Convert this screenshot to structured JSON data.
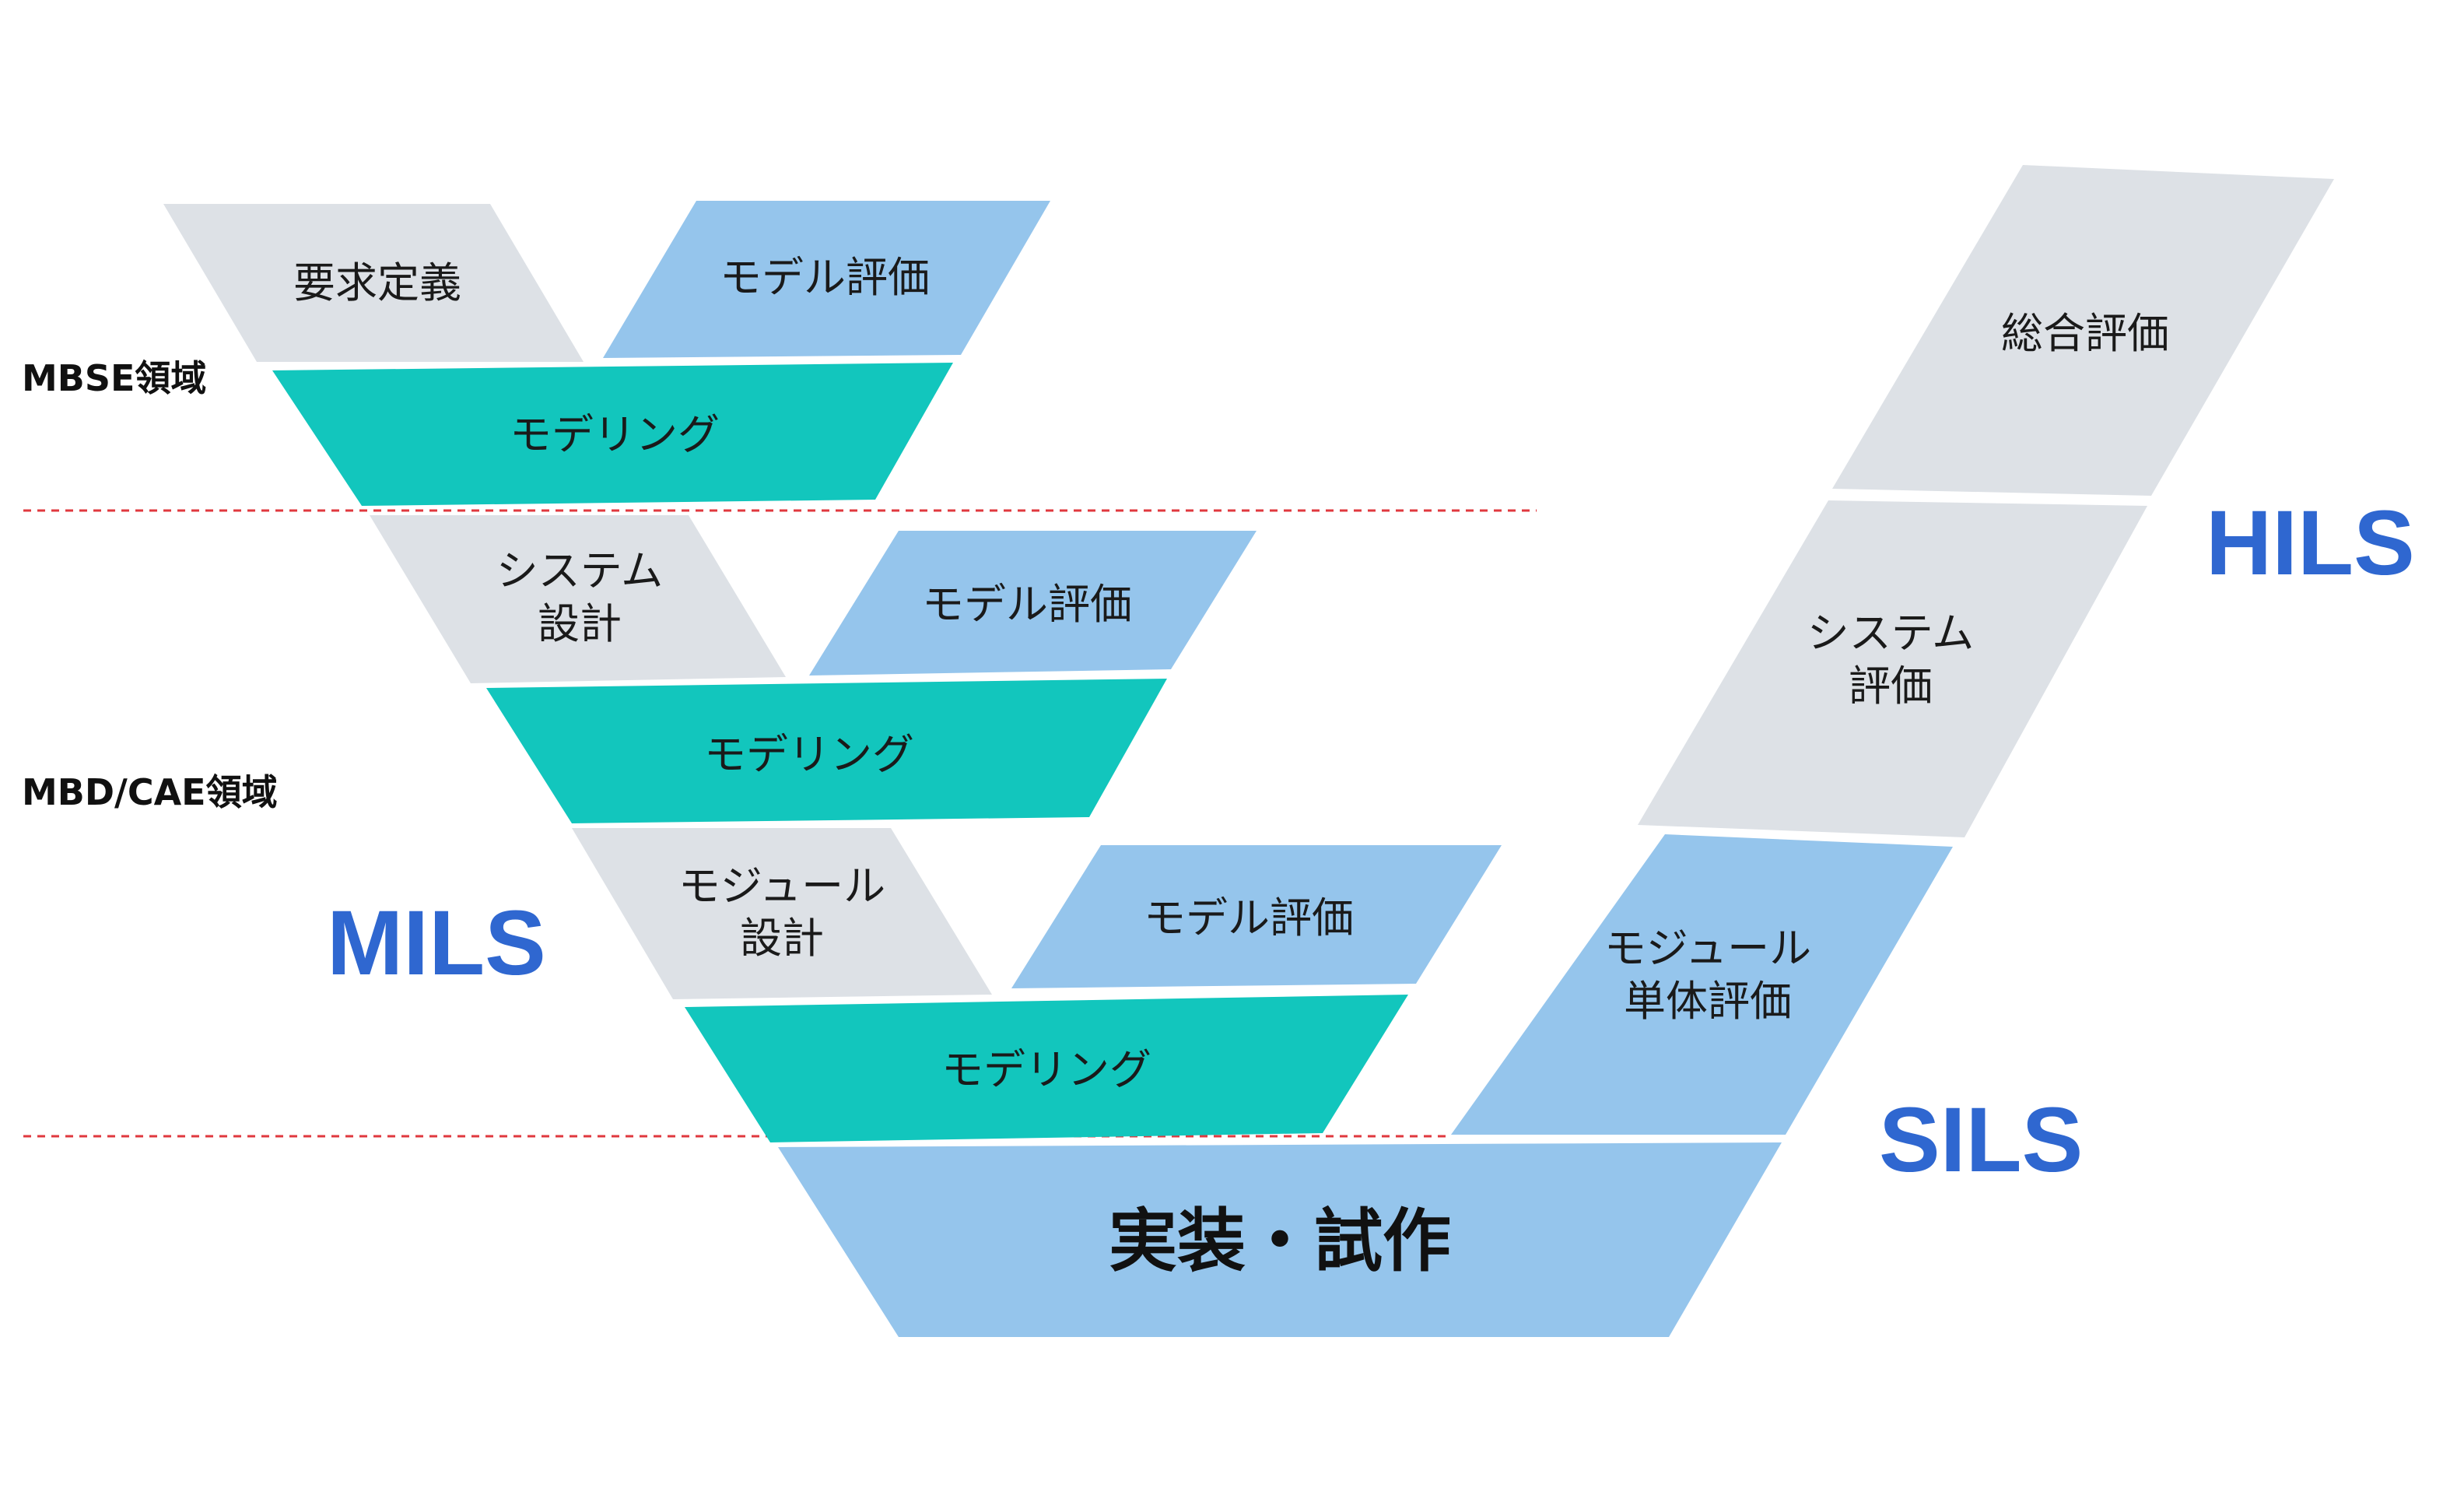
{
  "colors": {
    "gray": "#dde1e6",
    "blue": "#95c5ec",
    "teal": "#12c6bd",
    "acronym": "#2f67d0",
    "divider": "#e0383e"
  },
  "zones": {
    "mbse": "MBSE領域",
    "mbd_cae": "MBD/CAE領域"
  },
  "left_v": {
    "tier1": {
      "requirement": "要求定義",
      "model_eval": "モデル評価",
      "modeling": "モデリング"
    },
    "tier2": {
      "design_line1": "システム",
      "design_line2": "設計",
      "model_eval": "モデル評価",
      "modeling": "モデリング"
    },
    "tier3": {
      "design_line1": "モジュール",
      "design_line2": "設計",
      "model_eval": "モデル評価",
      "modeling": "モデリング"
    }
  },
  "bottom": {
    "implementation": "実装・試作"
  },
  "right_arm": {
    "overall": "総合評価",
    "system_line1": "システム",
    "system_line2": "評価",
    "module_line1": "モジュール",
    "module_line2": "単体評価"
  },
  "acronyms": {
    "mils": "MILS",
    "sils": "SILS",
    "hils": "HILS"
  }
}
